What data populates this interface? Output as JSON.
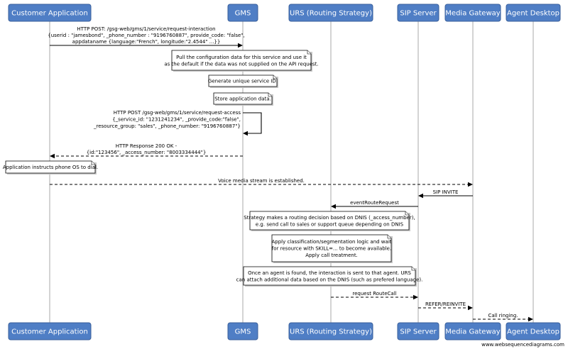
{
  "participants": [
    {
      "id": "customer",
      "label": "Customer Application"
    },
    {
      "id": "gms",
      "label": "GMS"
    },
    {
      "id": "urs",
      "label": "URS (Routing Strategy)"
    },
    {
      "id": "sip",
      "label": "SIP Server"
    },
    {
      "id": "media",
      "label": "Media Gateway"
    },
    {
      "id": "agent",
      "label": "Agent Desktop"
    }
  ],
  "steps": [
    {
      "kind": "message",
      "from": "customer",
      "to": "gms",
      "style": "solid",
      "text": [
        "HTTP POST: /gsg-web/gms/1/service/request-interaction",
        "{userid : \"jamesbond\", _phone_number : \"9196760887\", provide_code: \"false\",",
        "appdataname {language:\"French\", longitude:\"2.4544\" ...}}"
      ]
    },
    {
      "kind": "note",
      "over": "gms",
      "text": [
        "Pull the configuration data for this service and use it",
        "as the default if the data was not supplied on the API request."
      ]
    },
    {
      "kind": "note",
      "over": "gms",
      "text": [
        "Generate unique service ID."
      ]
    },
    {
      "kind": "note",
      "over": "gms",
      "text": [
        "Store application data."
      ]
    },
    {
      "kind": "self",
      "at": "gms",
      "style": "solid",
      "text": [
        "HTTP POST /gsg-web/gms/1/service/request-access",
        "{_service_id: \"1231241234\", _provide_code:\"false\",",
        "_resource_group: \"sales\", _phone_number: \"9196760887\"}"
      ]
    },
    {
      "kind": "message",
      "from": "gms",
      "to": "customer",
      "style": "dashed",
      "text": [
        "HTTP Response 200 OK -",
        "{id:\"123456\", _access_number: \"8003334444\"}"
      ]
    },
    {
      "kind": "note",
      "over": "customer",
      "text": [
        "Application instructs phone OS to dial."
      ]
    },
    {
      "kind": "message",
      "from": "customer",
      "to": "media",
      "style": "dashed",
      "text": [
        "Voice media stream is established."
      ]
    },
    {
      "kind": "message",
      "from": "media",
      "to": "sip",
      "style": "solid",
      "text": [
        "SIP INVITE"
      ]
    },
    {
      "kind": "message",
      "from": "sip",
      "to": "urs",
      "style": "solid",
      "text": [
        "eventRouteRequest"
      ]
    },
    {
      "kind": "note",
      "over": "urs",
      "text": [
        "Strategy makes a routing decision based on DNIS (_access_number),",
        "e.g. send call to sales or support queue depending on DNIS"
      ]
    },
    {
      "kind": "note",
      "over": "urs",
      "text": [
        "Apply classification/segmentation logic and wait",
        "for resource with SKILL=... to become available.",
        "Apply call treatment."
      ]
    },
    {
      "kind": "note",
      "over": "urs",
      "text": [
        "Once an agent is found, the interaction is sent to that agent. URS",
        "can attach additional data based on the DNIS (such as prefered language)."
      ]
    },
    {
      "kind": "message",
      "from": "urs",
      "to": "sip",
      "style": "dashed",
      "text": [
        "request RouteCall"
      ]
    },
    {
      "kind": "message",
      "from": "sip",
      "to": "media",
      "style": "dashed",
      "text": [
        "REFER/REINVITE"
      ]
    },
    {
      "kind": "message",
      "from": "media",
      "to": "agent",
      "style": "dashed",
      "text": [
        "Call ringing."
      ]
    }
  ],
  "credit": "www.websequencediagrams.com"
}
